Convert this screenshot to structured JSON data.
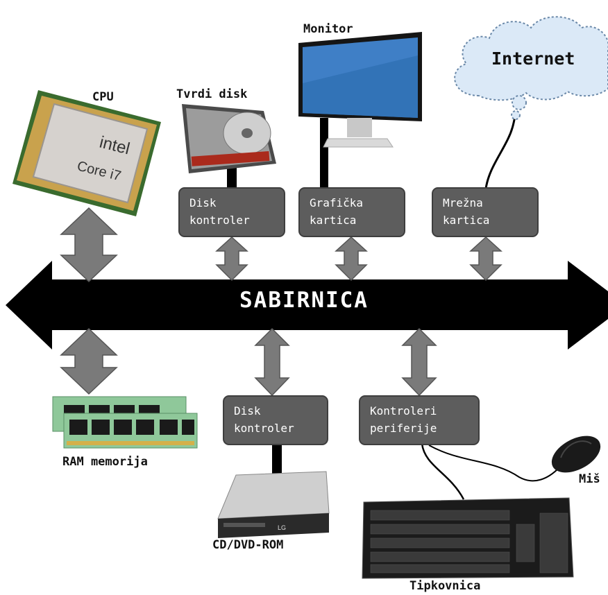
{
  "header_caption": "",
  "bus_label": "SABIRNICA",
  "components": {
    "cpu": {
      "label": "CPU",
      "brand": "intel",
      "model": "Core i7"
    },
    "hard_disk": {
      "label": "Tvrdi disk"
    },
    "monitor": {
      "label": "Monitor"
    },
    "internet": {
      "label": "Internet"
    },
    "ram": {
      "label": "RAM memorija"
    },
    "optical_drive": {
      "label": "CD/DVD-ROM",
      "brand": "LG"
    },
    "mouse": {
      "label": "Miš"
    },
    "keyboard": {
      "label": "Tipkovnica"
    }
  },
  "controllers": {
    "disk_top": {
      "line1": "Disk",
      "line2": "kontroler"
    },
    "graphics": {
      "line1": "Grafička",
      "line2": "kartica"
    },
    "network": {
      "line1": "Mrežna",
      "line2": "kartica"
    },
    "disk_bottom": {
      "line1": "Disk",
      "line2": "kontroler"
    },
    "peripherals": {
      "line1": "Kontroleri",
      "line2": "periferije"
    }
  },
  "colors": {
    "bus": "#000000",
    "arrow": "#7a7a7a",
    "box": "#5d5d5d",
    "cloud": "#dbe9f7",
    "ram_board": "#8fc89a"
  }
}
